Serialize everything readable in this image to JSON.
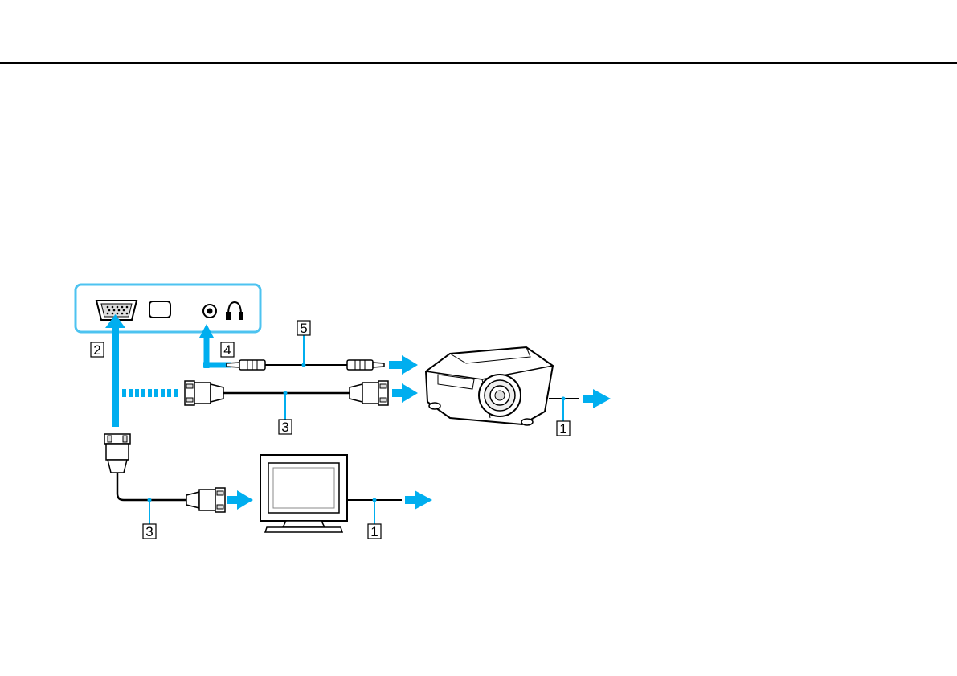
{
  "colors": {
    "accent": "#00AEEF",
    "panel_border": "#4DC3F0",
    "line": "#000000",
    "device_fill": "#ffffff",
    "device_shade": "#e6e6e6"
  },
  "icons": {
    "vga_port": "vga-port-icon",
    "hdmi_port": "hdmi-port-icon",
    "audio_jack": "audio-jack-icon",
    "headphones": "headphones-icon",
    "projector": "projector-icon",
    "monitor": "monitor-icon"
  },
  "callouts": {
    "c2": "2",
    "c4": "4",
    "c5": "5",
    "c3_projector": "3",
    "c3_monitor": "3",
    "c1_projector": "1",
    "c1_monitor": "1"
  }
}
